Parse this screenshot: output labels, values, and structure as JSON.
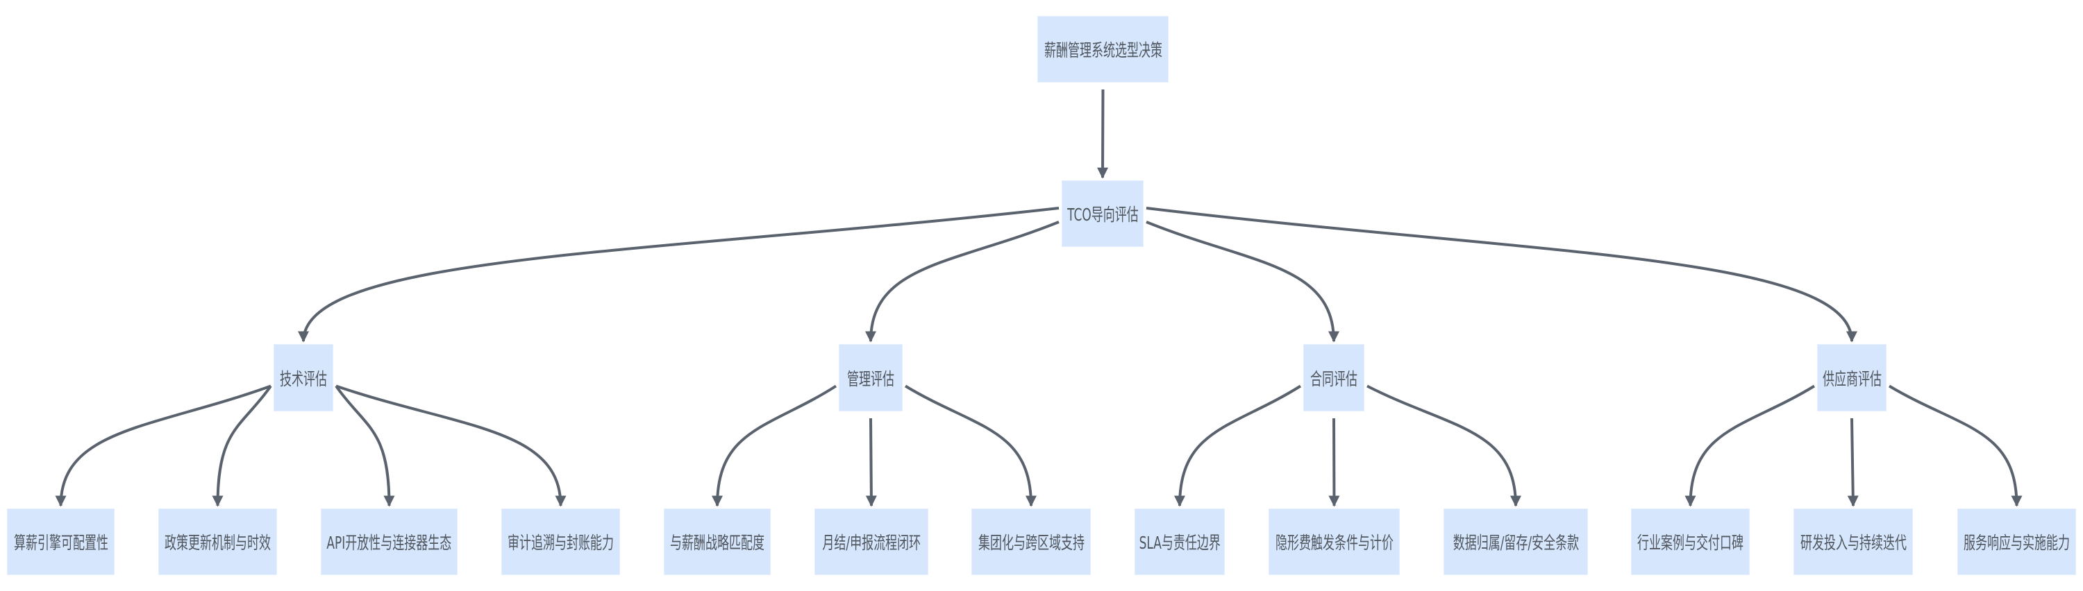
{
  "root": {
    "label": "薪酬管理系统选型决策"
  },
  "tco": {
    "label": "TCO导向评估"
  },
  "categories": [
    {
      "label": "技术评估",
      "children": [
        "算薪引擎可配置性",
        "政策更新机制与时效",
        "API开放性与连接器生态",
        "审计追溯与封账能力"
      ]
    },
    {
      "label": "管理评估",
      "children": [
        "与薪酬战略匹配度",
        "月结/申报流程闭环",
        "集团化与跨区域支持"
      ]
    },
    {
      "label": "合同评估",
      "children": [
        "SLA与责任边界",
        "隐形费触发条件与计价",
        "数据归属/留存/安全条款"
      ]
    },
    {
      "label": "供应商评估",
      "children": [
        "行业案例与交付口碑",
        "研发投入与持续迭代",
        "服务响应与实施能力"
      ]
    }
  ],
  "colors": {
    "node_fill": "#d6e6fd",
    "edge": "#5a626e",
    "text": "#50565e"
  }
}
